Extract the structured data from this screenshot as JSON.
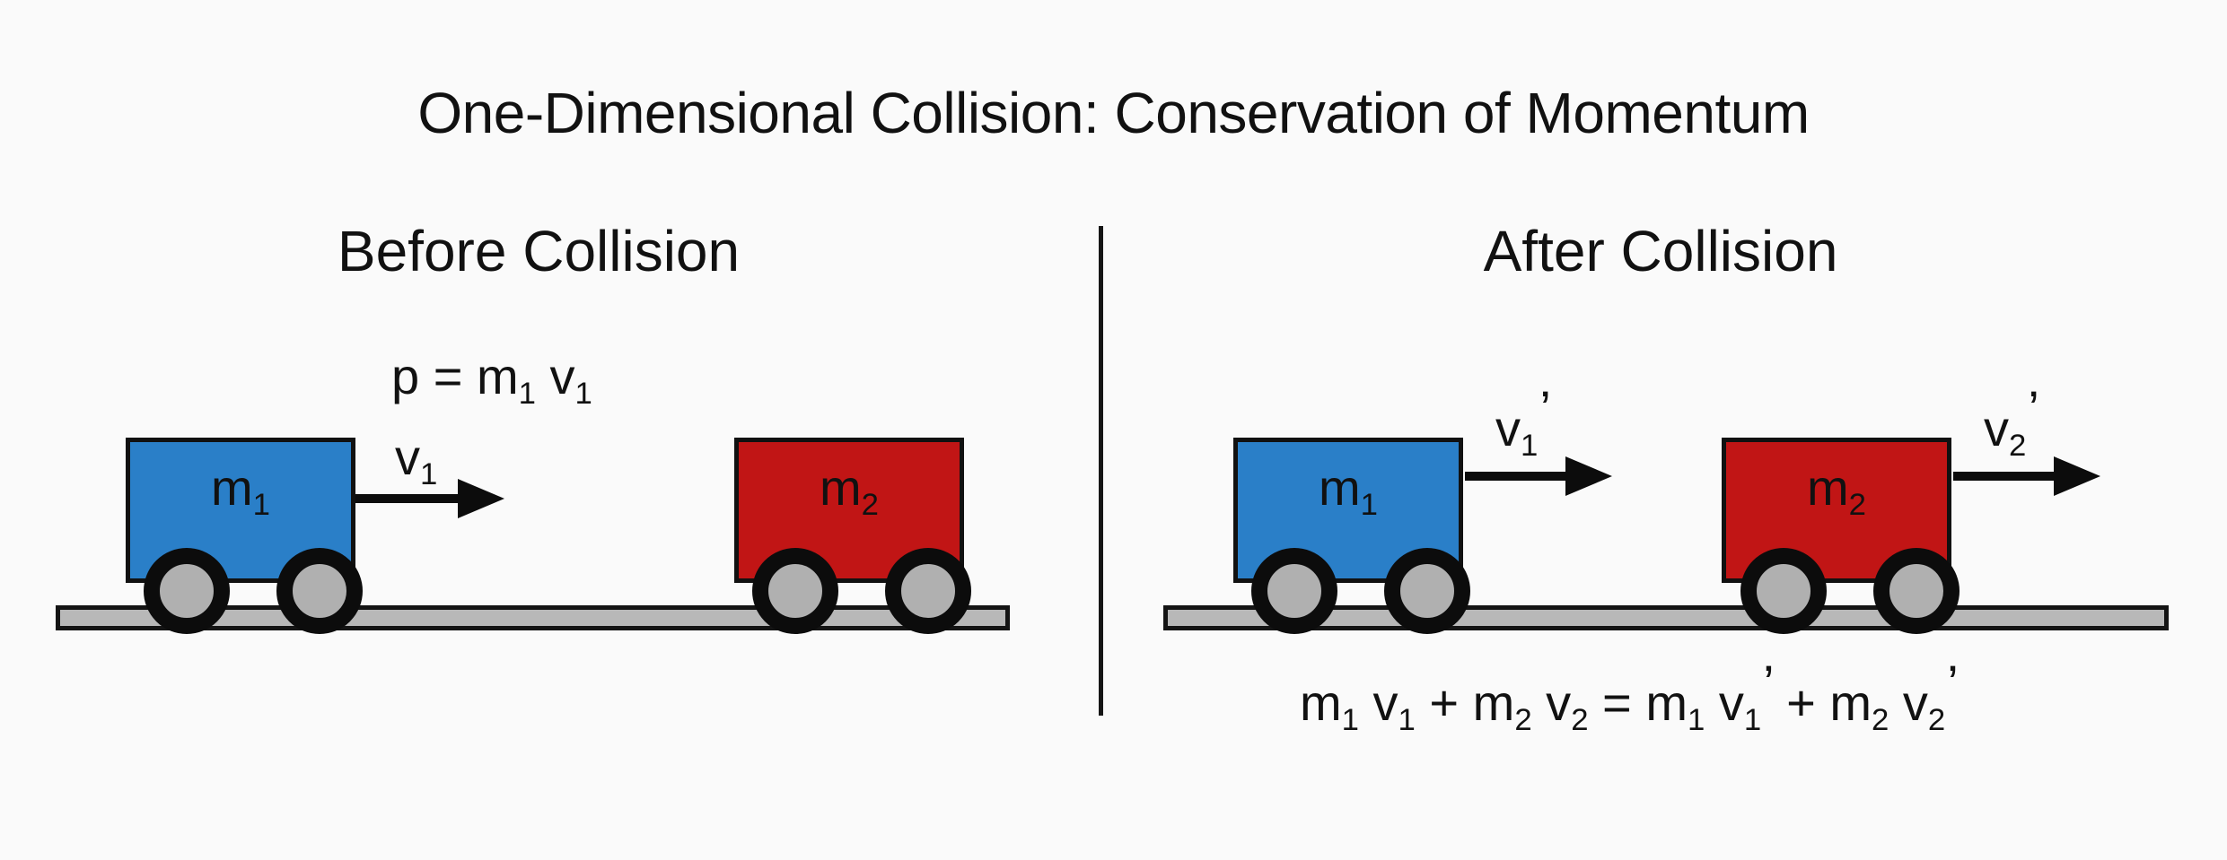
{
  "title": "One-Dimensional Collision: Conservation of Momentum",
  "colors": {
    "background": "#fafafa",
    "cart_1": "#2a7fc8",
    "cart_2": "#c11515",
    "track": "#b8b8b8",
    "wheel_hub": "#b0b0b0",
    "outline": "#111111"
  },
  "before": {
    "heading": "Before Collision",
    "momentum_formula": {
      "lhs": "p = m",
      "m_sub": "1",
      "v": " v",
      "v_sub": "1"
    },
    "cart_1": {
      "label": "m",
      "sub": "1",
      "velocity": {
        "label": "v",
        "sub": "1",
        "prime": ""
      }
    },
    "cart_2": {
      "label": "m",
      "sub": "2"
    }
  },
  "after": {
    "heading": "After Collision",
    "cart_1": {
      "label": "m",
      "sub": "1",
      "velocity": {
        "label": "v",
        "sub": "1",
        "prime": "’"
      }
    },
    "cart_2": {
      "label": "m",
      "sub": "2",
      "velocity": {
        "label": "v",
        "sub": "2",
        "prime": "’"
      }
    },
    "conservation_equation": {
      "t1": "m",
      "s1": "1",
      "t2": " v",
      "s2": "1",
      "t3": " + m",
      "s3": "2",
      "t4": " v",
      "s4": "2",
      "t5": " = m",
      "s5": "1",
      "t6": " v",
      "s6": "1",
      "p6": "’",
      "t7": " + m",
      "s7": "2",
      "t8": " v",
      "s8": "2",
      "p8": "’"
    }
  }
}
